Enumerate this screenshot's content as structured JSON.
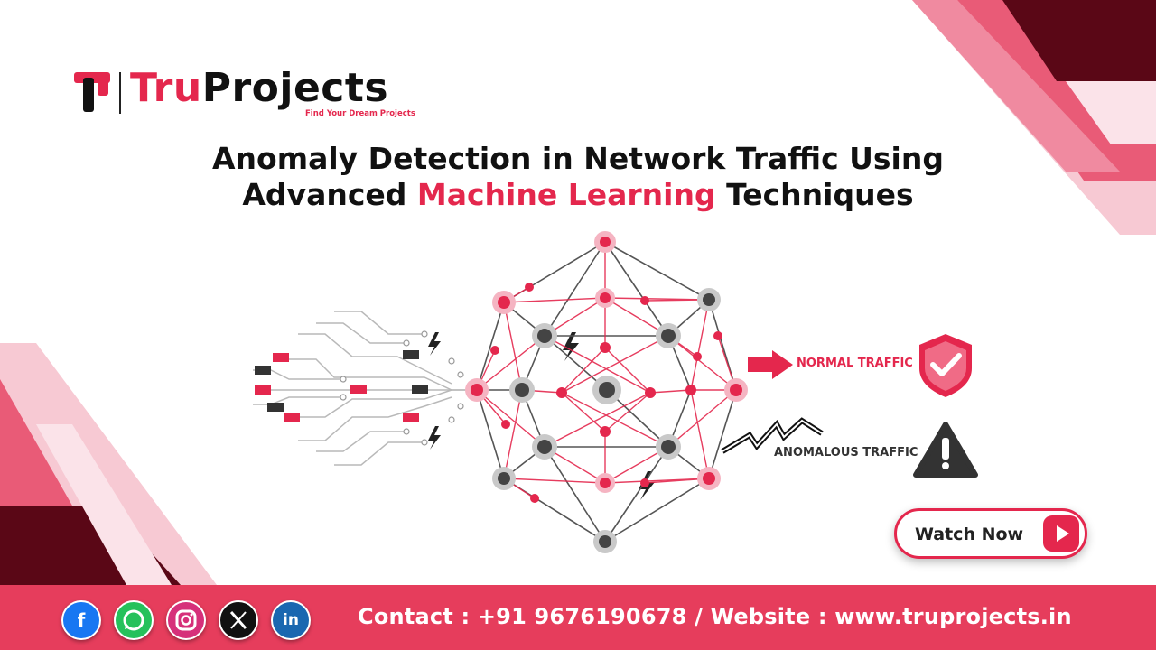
{
  "brand": {
    "name_part1": "Tru",
    "name_part2": "Projects",
    "tagline": "Find Your Dream Projects"
  },
  "title": {
    "line1": "Anomaly Detection in Network Traffic Using",
    "line2_before": "Advanced ",
    "line2_accent": "Machine Learning",
    "line2_after": " Techniques"
  },
  "diagram": {
    "normal_label": "NORMAL TRAFFIC",
    "anomalous_label": "ANOMALOUS TRAFFIC"
  },
  "cta": {
    "label": "Watch Now"
  },
  "footer": {
    "contact": "Contact : +91  9676190678 / Website : www.truprojects.in",
    "social": [
      "facebook",
      "whatsapp",
      "instagram",
      "x",
      "linkedin"
    ]
  },
  "colors": {
    "accent": "#e4274d",
    "dark": "#7a0a1c",
    "text": "#111111",
    "footer": "#e63d5c"
  },
  "icons": [
    "play-icon",
    "shield-check-icon",
    "warning-icon",
    "lightning-icon",
    "arrow-right-icon"
  ]
}
